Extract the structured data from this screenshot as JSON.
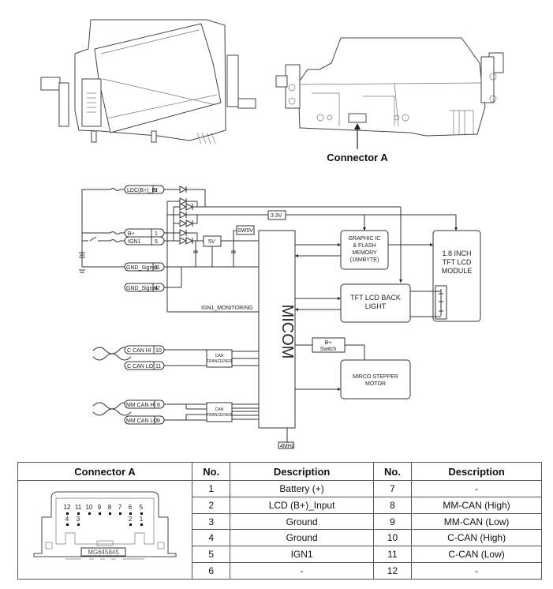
{
  "photos": {
    "caption": "Connector A"
  },
  "schematic": {
    "connector_pins": [
      {
        "name": "LDC(B+)_IN",
        "pin": "2"
      },
      {
        "name": "B+",
        "pin": "1"
      },
      {
        "name": "IGN1",
        "pin": "5"
      },
      {
        "name": "GND_Signal1",
        "pin": "3"
      },
      {
        "name": "GND_Signal2",
        "pin": "4"
      },
      {
        "name": "C CAN HI",
        "pin": "10"
      },
      {
        "name": "C CAN LO",
        "pin": "11"
      },
      {
        "name": "MM CAN HI",
        "pin": "8"
      },
      {
        "name": "MM CAN LO",
        "pin": "9"
      }
    ],
    "regulators": {
      "v33": "3.3V",
      "v5": "5V",
      "sw5v": "SW5V"
    },
    "micom": "MICOM",
    "ign_monitor": "IGN1_MONITORING",
    "graphic_ic": [
      "GRAPHIC  IC",
      "& FLASH",
      "MEMORY",
      "(16MBYTE)"
    ],
    "lcd_module": [
      "1.8 INCH",
      "TFT LCD",
      "MODULE"
    ],
    "backlight": [
      "TFT LCD BACK",
      "LIGHT"
    ],
    "bplus_switch": [
      "B+",
      "Switch"
    ],
    "stepper": [
      "MIRCO STEPPER",
      "MOTOR"
    ],
    "can_transceiver": [
      "CAN",
      "TRANCEIVER"
    ],
    "clock": "4MHz"
  },
  "pin_table": {
    "headers": [
      "Connector A",
      "No.",
      "Description",
      "No.",
      "Description"
    ],
    "rows": [
      {
        "no1": "1",
        "desc1": "Battery (+)",
        "no2": "7",
        "desc2": "-"
      },
      {
        "no1": "2",
        "desc1": "LCD (B+)_Input",
        "no2": "8",
        "desc2": "MM-CAN (High)"
      },
      {
        "no1": "3",
        "desc1": "Ground",
        "no2": "9",
        "desc2": "MM-CAN (Low)"
      },
      {
        "no1": "4",
        "desc1": "Ground",
        "no2": "10",
        "desc2": "C-CAN (High)"
      },
      {
        "no1": "5",
        "desc1": "IGN1",
        "no2": "11",
        "desc2": "C-CAN (Low)"
      },
      {
        "no1": "6",
        "desc1": "-",
        "no2": "12",
        "desc2": "-"
      }
    ],
    "connector_face": {
      "top_row": [
        "12",
        "11",
        "10",
        "9",
        "8",
        "7",
        "6",
        "5"
      ],
      "bottom_row_left": [
        "4",
        "3"
      ],
      "bottom_row_right": [
        "2",
        "1"
      ],
      "part_number": "MG645845"
    }
  }
}
